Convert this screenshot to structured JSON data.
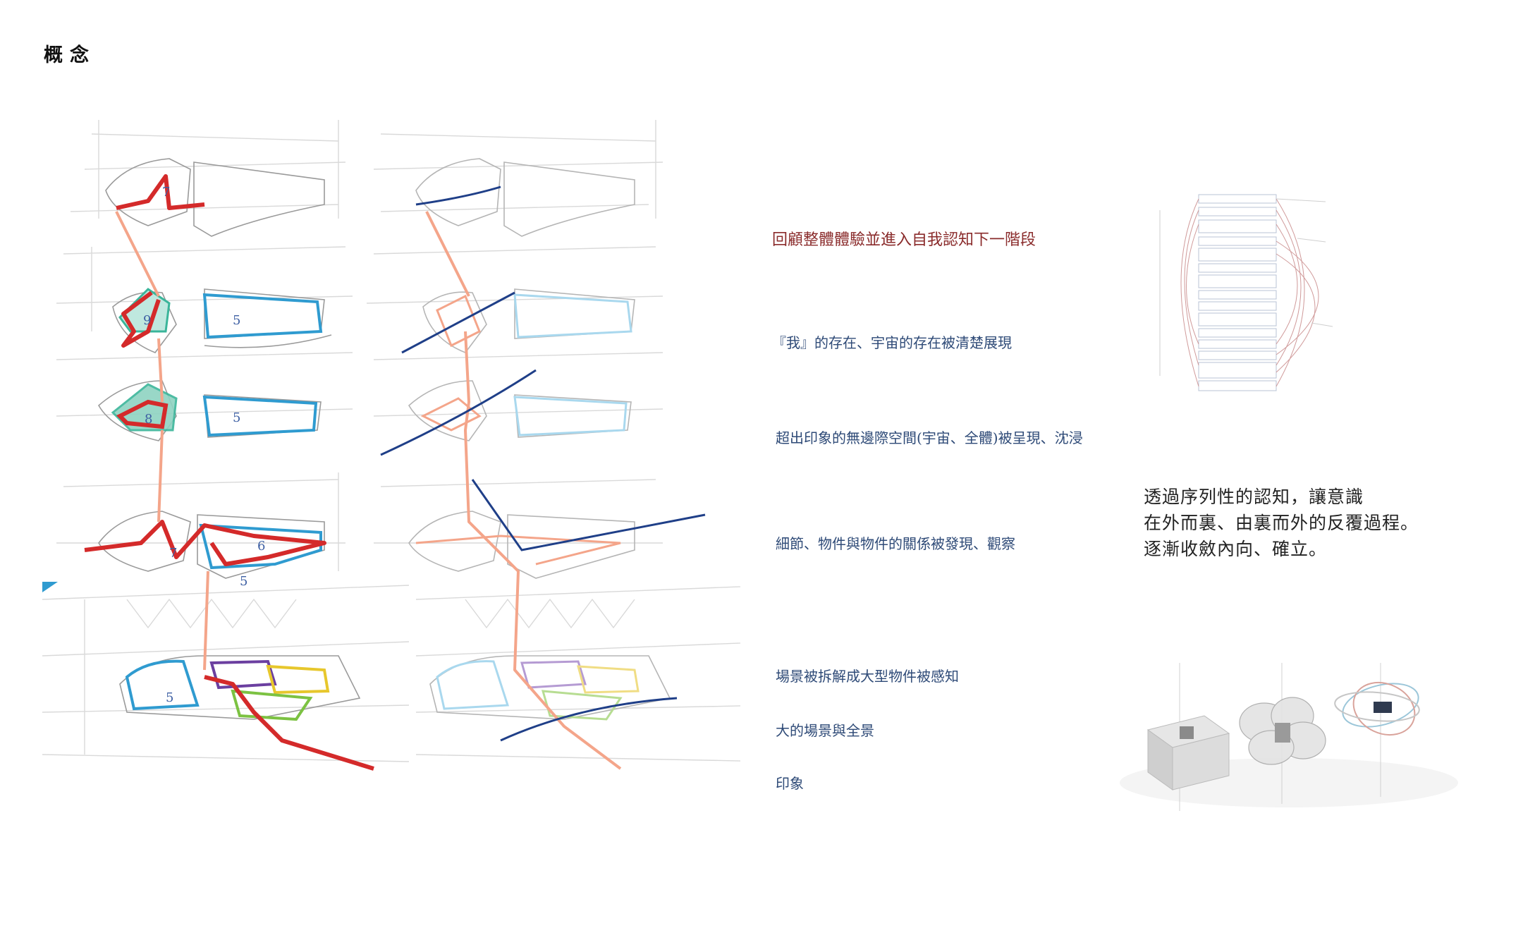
{
  "page": {
    "title": "概念"
  },
  "sequence": {
    "labels": [
      "回顧整體體驗並進入自我認知下一階段",
      "『我』的存在、宇宙的存在被清楚展現",
      "超出印象的無邊際空間(宇宙、全體)被呈現、沈浸",
      "細節、物件與物件的關係被發現、觀察",
      "場景被拆解成大型物件被感知",
      "大的場景與全景",
      "印象"
    ]
  },
  "plans": {
    "zone_numbers": [
      "7",
      "9",
      "5",
      "8",
      "5",
      "7",
      "6",
      "5",
      "5"
    ]
  },
  "statement": {
    "lines": [
      "透過序列性的認知，讓意識",
      "在外而裏、由裏而外的反覆過程。",
      "逐漸收斂內向、確立。"
    ]
  },
  "colors": {
    "path_red": "#d42a2a",
    "path_salmon": "#f4a58a",
    "zone_blue": "#2f9bd0",
    "zone_teal": "#3ab59a",
    "axis_navy": "#1f3f88",
    "zone_purple": "#6b3fa0",
    "zone_yellow": "#e7c72c",
    "zone_green": "#7cc242",
    "heading_red": "#8a2b2b",
    "label_blue": "#2e4a77"
  }
}
